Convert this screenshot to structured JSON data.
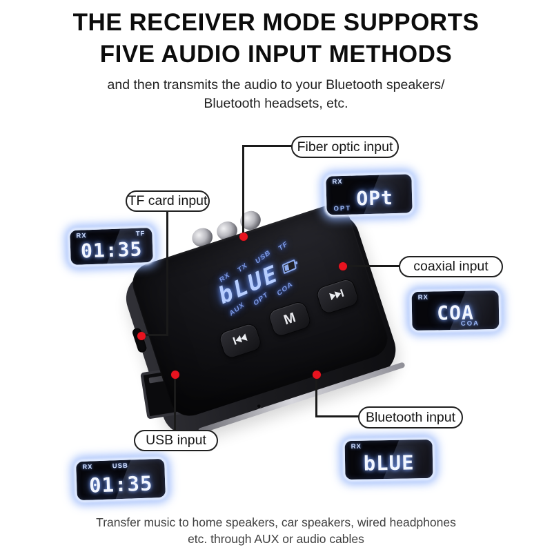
{
  "header": {
    "title_line1": "THE RECEIVER MODE SUPPORTS",
    "title_line2": "FIVE AUDIO INPUT METHODS",
    "subtitle_line1": "and then transmits the audio to your Bluetooth speakers/",
    "subtitle_line2": "Bluetooth headsets, etc."
  },
  "callouts": {
    "fiber": {
      "label": "Fiber optic input"
    },
    "tf": {
      "label": "TF card input"
    },
    "coaxial": {
      "label": "coaxial input"
    },
    "bluetooth": {
      "label": "Bluetooth input"
    },
    "usb": {
      "label": "USB input"
    }
  },
  "device": {
    "display": {
      "value": "bLUE",
      "top_labels": [
        "RX",
        "TX",
        "USB",
        "TF"
      ],
      "bottom_labels": [
        "AUX",
        "OPT",
        "COA"
      ]
    },
    "buttons": {
      "mode_label": "M"
    }
  },
  "mini_displays": {
    "tf": {
      "mode": "RX",
      "badge": "TF",
      "value": "01:35"
    },
    "opt": {
      "mode": "RX",
      "value": "OPt",
      "caption": "OPT"
    },
    "coa": {
      "mode": "RX",
      "value": "COA",
      "caption": "COA"
    },
    "blue": {
      "mode": "RX",
      "value": "bLUE"
    },
    "usb": {
      "mode": "RX",
      "badge": "USB",
      "value": "01:35"
    }
  },
  "footer": {
    "line1": "Transfer music to home speakers, car speakers, wired headphones",
    "line2": "etc. through AUX or audio cables"
  },
  "colors": {
    "led-text": "#f2f6ff",
    "led-label": "#9db9f7",
    "led-glow": "#8fb4f2",
    "dot-red": "#e8131f",
    "line-black": "#1a1a1a"
  }
}
